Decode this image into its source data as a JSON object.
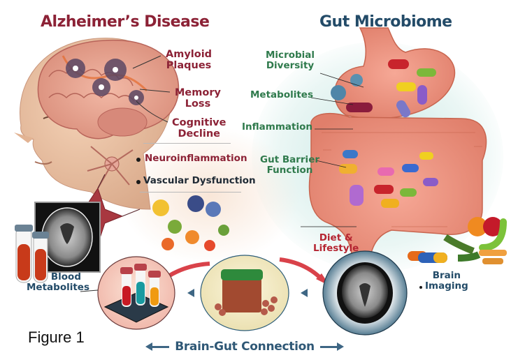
{
  "figure": {
    "label": "Figure 1",
    "connection_label": "Brain-Gut Connection"
  },
  "left_panel": {
    "title": "Alzheimer’s Disease",
    "callouts": [
      {
        "line1": "Amyloid",
        "line2": "Plaques"
      },
      {
        "line1": "Memory",
        "line2": "Loss"
      },
      {
        "line1": "Cognitive",
        "line2": "Decline"
      }
    ],
    "bullets": [
      "Neuroinflammation",
      "Vascular Dysfunction"
    ],
    "blood": {
      "line1": "Blood",
      "line2": "Metabolites"
    }
  },
  "right_panel": {
    "title": "Gut Microbiome",
    "callouts": [
      {
        "line1": "Microbial",
        "line2": "Diversity"
      },
      {
        "line1": "Metabolites",
        "line2": ""
      },
      {
        "line1": "Inflammation",
        "line2": ""
      },
      {
        "line1": "Gut Barrier",
        "line2": "Function"
      }
    ],
    "diet": {
      "line1": "Diet &",
      "line2": "Lifestyle"
    },
    "imaging": {
      "line1": "Brain",
      "line2": "Imaging"
    }
  },
  "colors": {
    "alz_red": "#8c2236",
    "gut_navy": "#234b68",
    "gut_green": "#2f7a4c",
    "diet_red": "#b52532",
    "connector_blue": "#3e6684"
  }
}
